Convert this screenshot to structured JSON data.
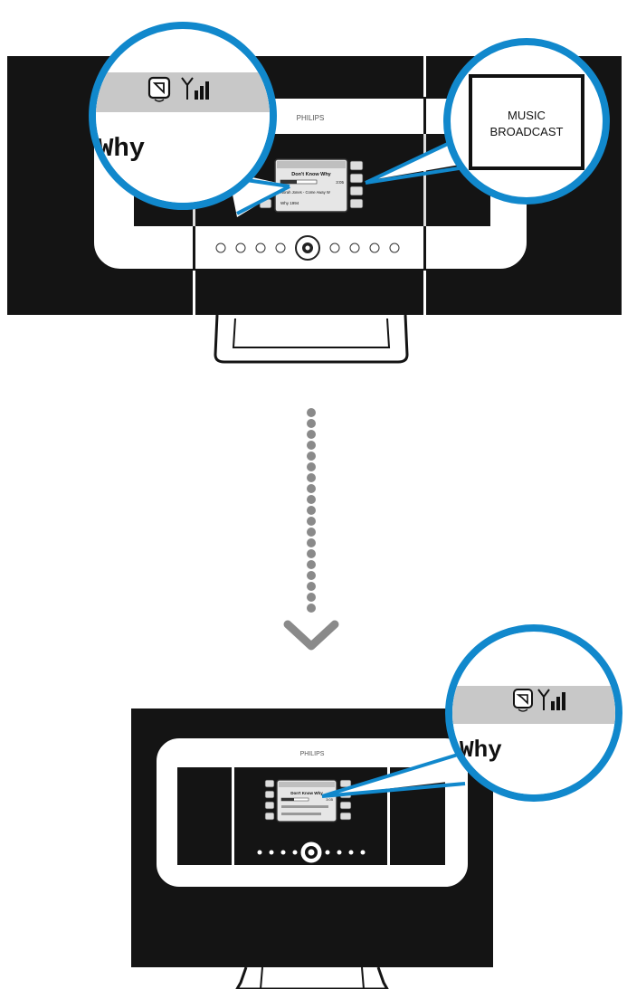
{
  "top_unit": {
    "brand": "PHILIPS",
    "lcd": {
      "line_title": "Don't Know Why",
      "line_artist": "Norah Jones - Come Away W",
      "line_time": "3:05",
      "line_footer": "Why 1994"
    },
    "zoom_display": {
      "text": "Why",
      "icons": [
        "music-broadcast-icon",
        "signal-strength-icon"
      ]
    },
    "zoom_button": {
      "line1": "MUSIC",
      "line2": "BROADCAST"
    }
  },
  "bottom_unit": {
    "brand": "PHILIPS",
    "lcd": {
      "line_title": "Don't Know Why",
      "line_time": "3:05"
    },
    "zoom_display": {
      "text": "Why",
      "icons": [
        "music-broadcast-icon",
        "signal-strength-icon"
      ]
    }
  },
  "connector": {
    "type": "dotted-arrow-down"
  },
  "colors": {
    "callout_blue": "#1188cc",
    "device_black": "#141414",
    "display_gray": "#c8c8c8"
  }
}
